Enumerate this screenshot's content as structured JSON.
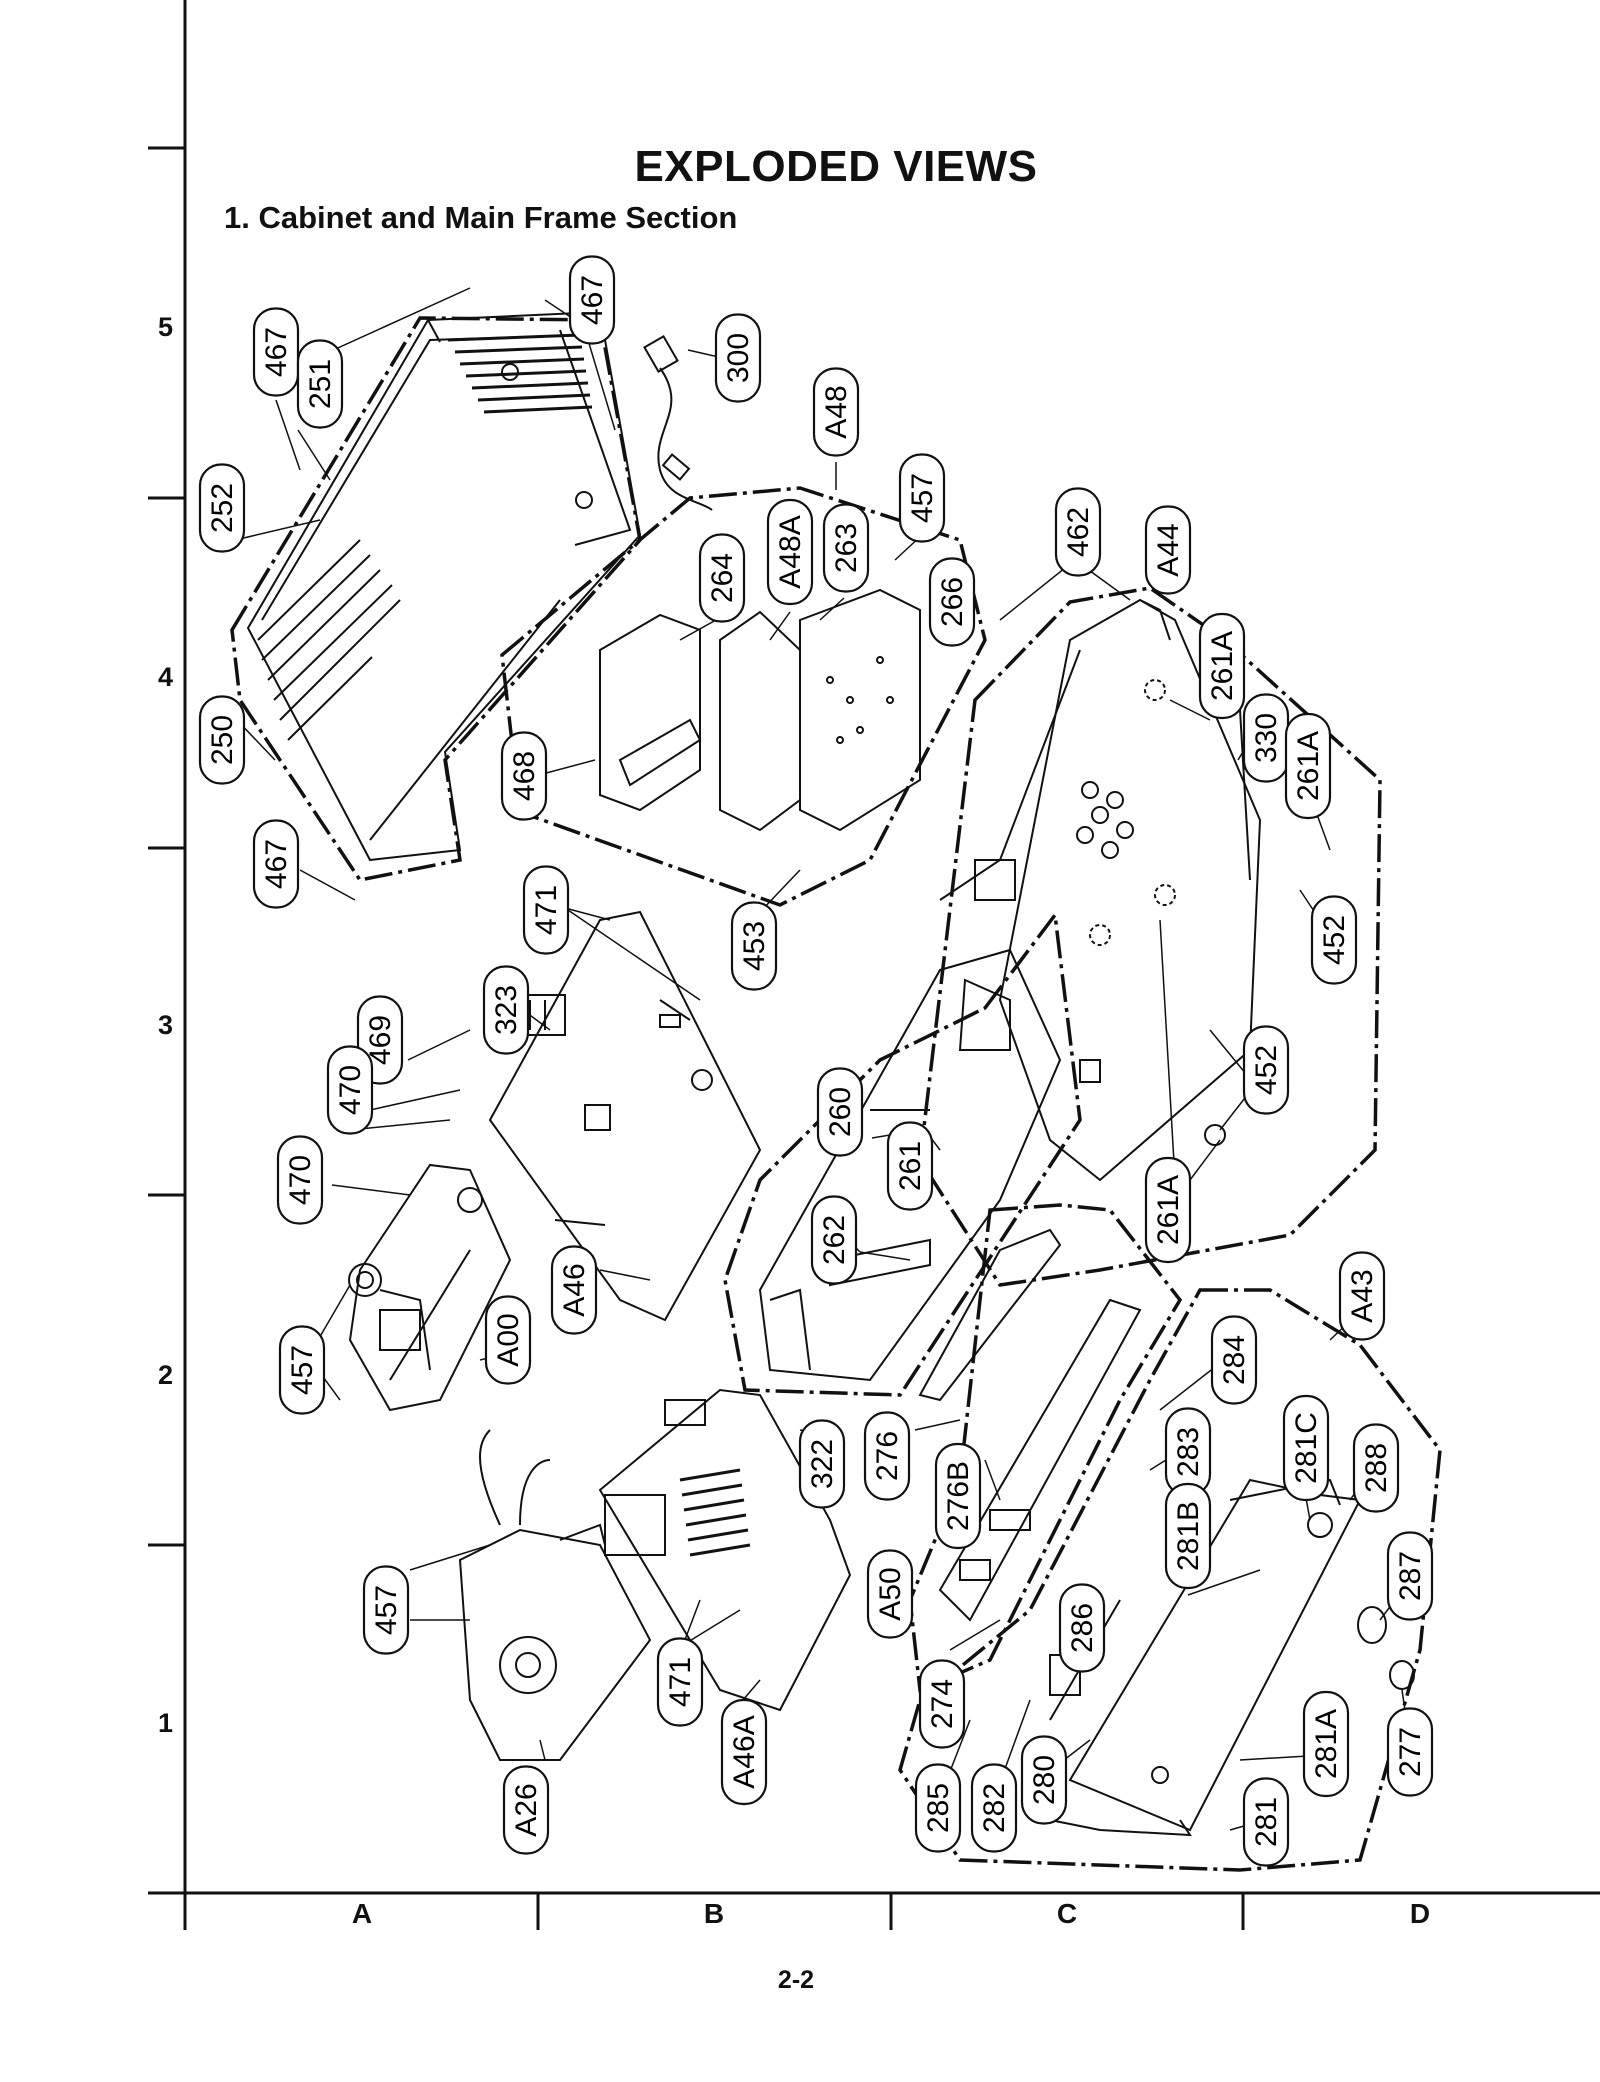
{
  "page": {
    "title": "EXPLODED VIEWS",
    "section": "1. Cabinet and Main Frame Section",
    "page_number": "2-2"
  },
  "grid": {
    "rows": [
      "5",
      "4",
      "3",
      "2",
      "1"
    ],
    "columns": [
      "A",
      "B",
      "C",
      "D"
    ]
  },
  "callouts": [
    {
      "id": "467a",
      "label": "467"
    },
    {
      "id": "251",
      "label": "251"
    },
    {
      "id": "252",
      "label": "252"
    },
    {
      "id": "250",
      "label": "250"
    },
    {
      "id": "467b",
      "label": "467"
    },
    {
      "id": "467c",
      "label": "467"
    },
    {
      "id": "300",
      "label": "300"
    },
    {
      "id": "A48",
      "label": "A48"
    },
    {
      "id": "264",
      "label": "264"
    },
    {
      "id": "A48A",
      "label": "A48A"
    },
    {
      "id": "263",
      "label": "263"
    },
    {
      "id": "457a",
      "label": "457"
    },
    {
      "id": "266",
      "label": "266"
    },
    {
      "id": "468",
      "label": "468"
    },
    {
      "id": "453",
      "label": "453"
    },
    {
      "id": "462",
      "label": "462"
    },
    {
      "id": "A44",
      "label": "A44"
    },
    {
      "id": "261Aa",
      "label": "261A"
    },
    {
      "id": "330",
      "label": "330"
    },
    {
      "id": "261Ab",
      "label": "261A"
    },
    {
      "id": "452a",
      "label": "452"
    },
    {
      "id": "452b",
      "label": "452"
    },
    {
      "id": "261Ac",
      "label": "261A"
    },
    {
      "id": "471a",
      "label": "471"
    },
    {
      "id": "323",
      "label": "323"
    },
    {
      "id": "469",
      "label": "469"
    },
    {
      "id": "470a",
      "label": "470"
    },
    {
      "id": "470b",
      "label": "470"
    },
    {
      "id": "A46",
      "label": "A46"
    },
    {
      "id": "A00",
      "label": "A00"
    },
    {
      "id": "457b",
      "label": "457"
    },
    {
      "id": "260",
      "label": "260"
    },
    {
      "id": "261",
      "label": "261"
    },
    {
      "id": "262",
      "label": "262"
    },
    {
      "id": "322",
      "label": "322"
    },
    {
      "id": "276",
      "label": "276"
    },
    {
      "id": "276B",
      "label": "276B"
    },
    {
      "id": "A50",
      "label": "A50"
    },
    {
      "id": "457c",
      "label": "457"
    },
    {
      "id": "471b",
      "label": "471"
    },
    {
      "id": "A46A",
      "label": "A46A"
    },
    {
      "id": "A26",
      "label": "A26"
    },
    {
      "id": "274",
      "label": "274"
    },
    {
      "id": "285",
      "label": "285"
    },
    {
      "id": "282",
      "label": "282"
    },
    {
      "id": "280",
      "label": "280"
    },
    {
      "id": "286",
      "label": "286"
    },
    {
      "id": "284",
      "label": "284"
    },
    {
      "id": "283",
      "label": "283"
    },
    {
      "id": "281B",
      "label": "281B"
    },
    {
      "id": "281C",
      "label": "281C"
    },
    {
      "id": "A43",
      "label": "A43"
    },
    {
      "id": "288",
      "label": "288"
    },
    {
      "id": "287",
      "label": "287"
    },
    {
      "id": "277",
      "label": "277"
    },
    {
      "id": "281A",
      "label": "281A"
    },
    {
      "id": "281",
      "label": "281"
    }
  ]
}
